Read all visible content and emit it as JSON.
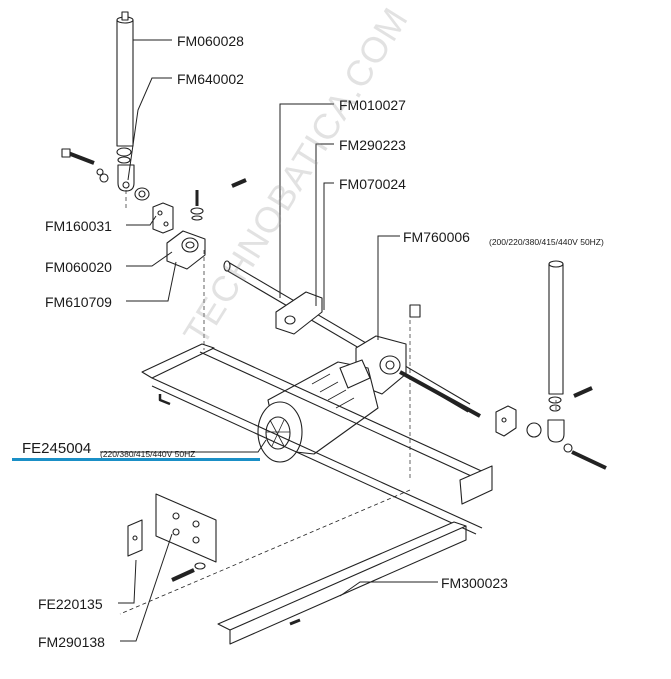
{
  "labels": {
    "fm060028": "FM060028",
    "fm640002": "FM640002",
    "fm010027": "FM010027",
    "fm290223": "FM290223",
    "fm070024": "FM070024",
    "fm760006": "FM760006",
    "fm760006_spec": "(200/220/380/415/440V 50HZ)",
    "fm160031": "FM160031",
    "fm060020": "FM060020",
    "fm610709": "FM610709",
    "fe245004": "FE245004",
    "fe245004_spec": "(220/380/415/440V 50HZ",
    "fm300023": "FM300023",
    "fe220135": "FE220135",
    "fm290138": "FM290138"
  },
  "watermark": "TECHNOBATICA.COM",
  "colors": {
    "ink": "#1a1a1a",
    "highlight": "#1a8fc6",
    "watermark": "#969696"
  }
}
